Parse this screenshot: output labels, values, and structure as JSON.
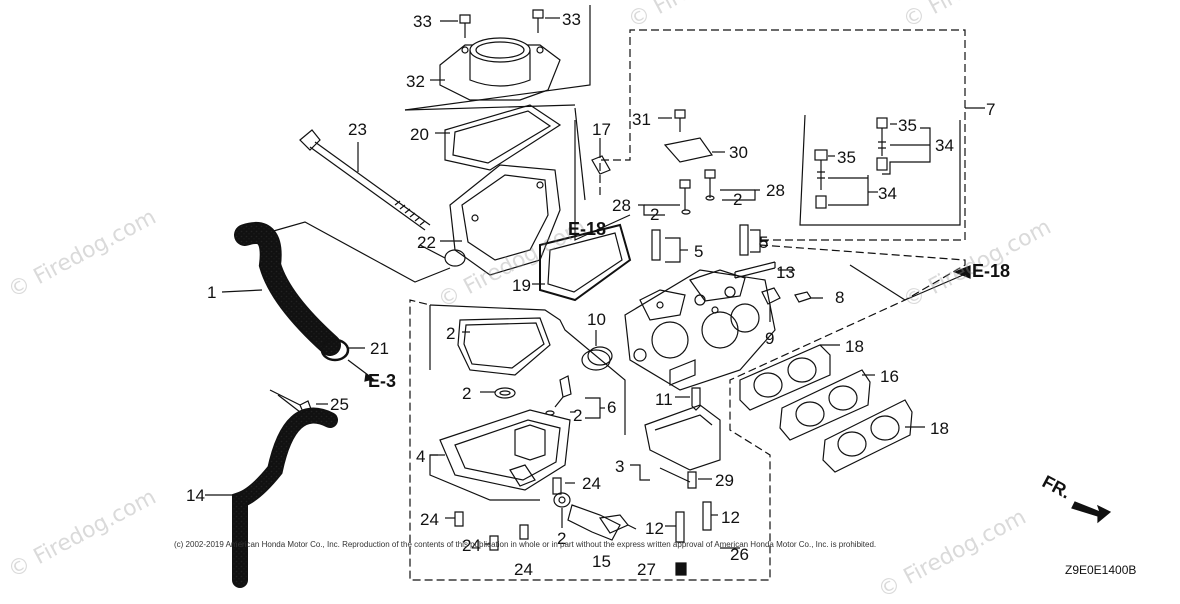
{
  "watermark": "© Firedog.com",
  "copyright": "(c) 2002-2019 American Honda Motor Co., Inc. Reproduction of the contents of this publication in whole or in part without the express written approval of American Honda Motor Co., Inc. is prohibited.",
  "diagram_code": "Z9E0E1400B",
  "references": {
    "e18_top": "E-18",
    "e18_right": "E-18",
    "e3": "E-3",
    "fr": "FR."
  },
  "callouts": {
    "c1": "1",
    "c2a": "2",
    "c2b": "2",
    "c2c": "2",
    "c2d": "2",
    "c2e": "2",
    "c2f": "2",
    "c3": "3",
    "c4": "4",
    "c5a": "5",
    "c5b": "5",
    "c6": "6",
    "c7": "7",
    "c8": "8",
    "c9": "9",
    "c10": "10",
    "c11": "11",
    "c12a": "12",
    "c12b": "12",
    "c13": "13",
    "c14": "14",
    "c15": "15",
    "c16": "16",
    "c17": "17",
    "c18a": "18",
    "c18b": "18",
    "c19": "19",
    "c20": "20",
    "c21": "21",
    "c22": "22",
    "c23": "23",
    "c24a": "24",
    "c24b": "24",
    "c24c": "24",
    "c24d": "24",
    "c25": "25",
    "c26": "26",
    "c27": "27",
    "c28a": "28",
    "c28b": "28",
    "c29": "29",
    "c30": "30",
    "c31": "31",
    "c32": "32",
    "c33a": "33",
    "c33b": "33",
    "c34a": "34",
    "c34b": "34",
    "c35a": "35",
    "c35b": "35"
  }
}
